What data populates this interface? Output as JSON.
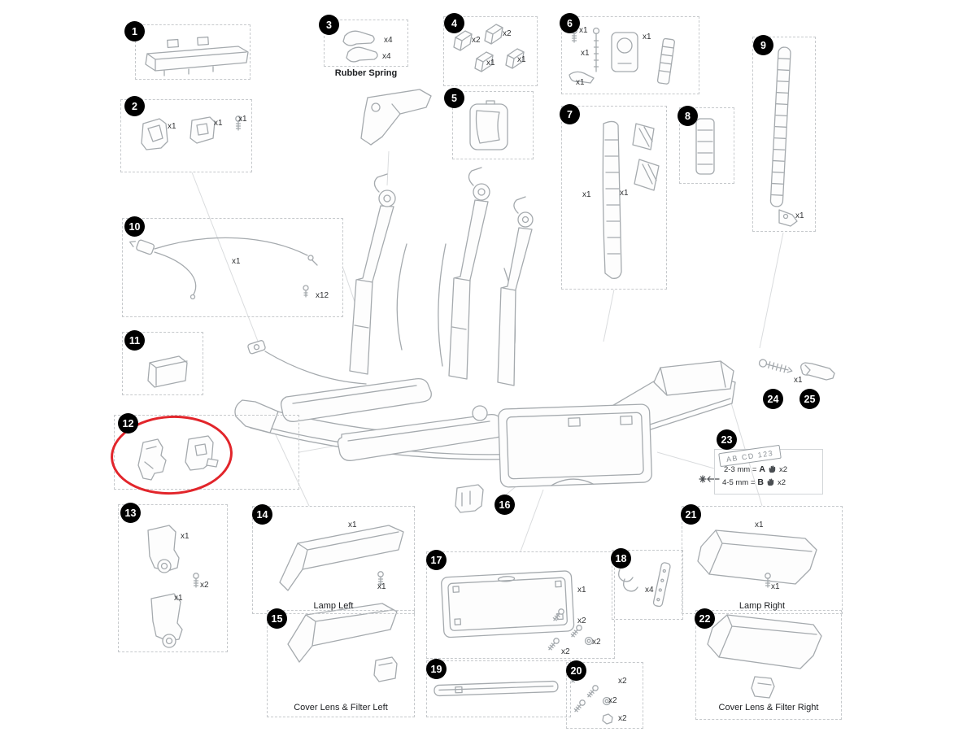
{
  "colors": {
    "highlight": "#e2252b",
    "badge": "#000000",
    "line": "#a5aaae"
  },
  "parts": {
    "p1": {
      "number": "1"
    },
    "p2": {
      "number": "2",
      "q1": "x1",
      "q2": "x1",
      "q3": "x1"
    },
    "p3": {
      "number": "3",
      "q1": "x4",
      "q2": "x4",
      "label": "Rubber Spring"
    },
    "p4": {
      "number": "4",
      "q1": "x2",
      "q2": "x2",
      "q3": "x1",
      "q4": "x1"
    },
    "p5": {
      "number": "5"
    },
    "p6": {
      "number": "6",
      "q1": "x1",
      "q2": "x1",
      "q3": "x1",
      "q4": "x1"
    },
    "p7": {
      "number": "7",
      "q1": "x1",
      "q2": "x1"
    },
    "p8": {
      "number": "8"
    },
    "p9": {
      "number": "9",
      "q1": "x1"
    },
    "p10": {
      "number": "10",
      "q1": "x1",
      "q2": "x12"
    },
    "p11": {
      "number": "11"
    },
    "p12": {
      "number": "12"
    },
    "p13": {
      "number": "13",
      "q1": "x1",
      "q2": "x2",
      "q3": "x1"
    },
    "p14": {
      "number": "14",
      "q1": "x1",
      "q2": "x1",
      "label": "Lamp Left"
    },
    "p15": {
      "number": "15",
      "label": "Cover Lens & Filter Left"
    },
    "p16": {
      "number": "16"
    },
    "p17": {
      "number": "17",
      "q1": "x1",
      "q2": "x2",
      "q3": "x2",
      "q4": "x2"
    },
    "p18": {
      "number": "18",
      "q1": "x4"
    },
    "p19": {
      "number": "19"
    },
    "p20": {
      "number": "20",
      "q1": "x2",
      "q2": "x2",
      "q3": "x2"
    },
    "p21": {
      "number": "21",
      "q1": "x1",
      "q2": "x1",
      "label": "Lamp Right"
    },
    "p22": {
      "number": "22",
      "label": "Cover Lens & Filter Right"
    },
    "p23": {
      "number": "23",
      "plate_text": "AB CD 123",
      "row1_range": "2-3 mm =",
      "row1_letter": "A",
      "row1_qty": "x2",
      "row2_range": "4-5 mm =",
      "row2_letter": "B",
      "row2_qty": "x2"
    },
    "p24": {
      "number": "24",
      "q1": "x1"
    },
    "p25": {
      "number": "25"
    }
  }
}
